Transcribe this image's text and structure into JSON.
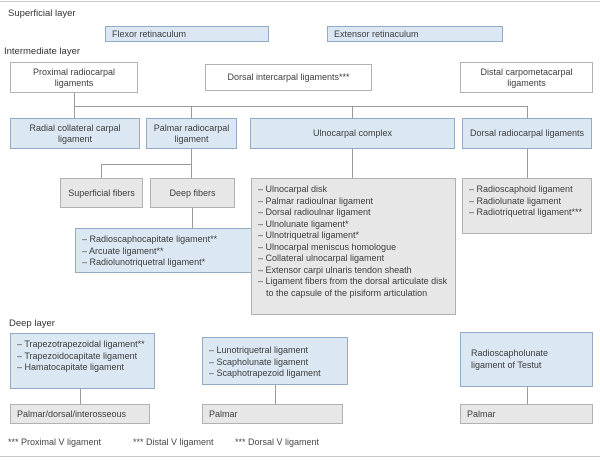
{
  "layers": {
    "superficial": "Superficial layer",
    "intermediate": "Intermediate layer",
    "deep": "Deep layer"
  },
  "boxes": {
    "flexor_retinaculum": "Flexor retinaculum",
    "extensor_retinaculum": "Extensor retinaculum",
    "proximal_radiocarpal": "Proximal radiocarpal ligaments",
    "dorsal_intercarpal": "Dorsal intercarpal ligaments***",
    "distal_carpometacarpal": "Distal carpometacarpal ligaments",
    "radial_collateral": "Radial collateral carpal ligament",
    "palmar_radiocarpal": "Palmar radiocarpal ligament",
    "ulnocarpal_complex": "Ulnocarpal complex",
    "dorsal_radiocarpal": "Dorsal radiocarpal ligaments",
    "superficial_fibers": "Superficial fibers",
    "deep_fibers": "Deep fibers",
    "radioscapholunate_testut": "Radioscapholunate ligament of Testut",
    "palmar_dorsal_interosseous": "Palmar/dorsal/interosseous",
    "palmar_middle": "Palmar",
    "palmar_right": "Palmar"
  },
  "lists": {
    "deep_fibers_list": [
      "– Radioscaphocapitate ligament**",
      "– Arcuate ligament**",
      "– Radiolunotriquetral ligament*"
    ],
    "ulnocarpal_list": [
      "– Ulnocarpal disk",
      "– Palmar radioulnar ligament",
      "– Dorsal radioulnar ligament",
      "– Ulnolunate ligament*",
      "– Ulnotriquetral ligament*",
      "– Ulnocarpal meniscus homologue",
      "– Collateral ulnocarpal ligament",
      "– Extensor carpi ulnaris tendon sheath",
      "– Ligament fibers from the dorsal articulate disk to the capsule of the pisiform articulation"
    ],
    "dorsal_radiocarpal_list": [
      "– Radioscaphoid ligament",
      "– Radiolunate ligament",
      "– Radiotriquetral ligament***"
    ],
    "deep_left_list": [
      "– Trapezotrapezoidal ligament**",
      "– Trapezoidocapitate ligament",
      "– Hamatocapitate ligament"
    ],
    "deep_middle_list": [
      "– Lunotriquetral ligament",
      "– Scapholunate ligament",
      "– Scaphotrapezoid ligament"
    ]
  },
  "footnotes": [
    "*** Proximal V ligament",
    "*** Distal V ligament",
    "*** Dorsal V ligament"
  ],
  "colors": {
    "blue_fill": "#dbe7f3",
    "blue_border": "#92acc4",
    "gray_fill": "#e7e7e7",
    "gray_border": "#b1b1b1",
    "white_border": "#b1b1b1",
    "connector": "#9b9b9b",
    "text": "#3c3c3c"
  }
}
